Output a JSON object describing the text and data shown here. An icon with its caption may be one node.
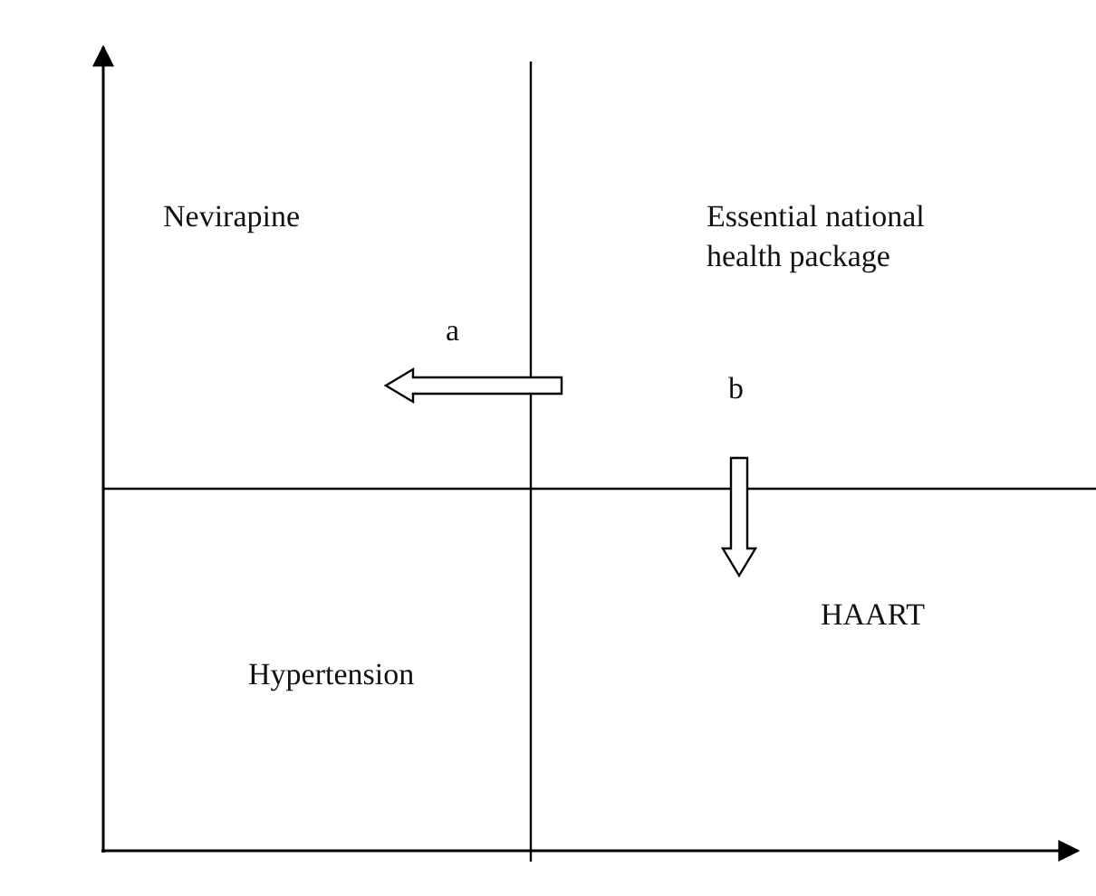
{
  "diagram": {
    "labels": [
      "Nevirapine",
      "Essential national health package",
      "a",
      "b",
      "HAART",
      "Hypertension"
    ]
  }
}
